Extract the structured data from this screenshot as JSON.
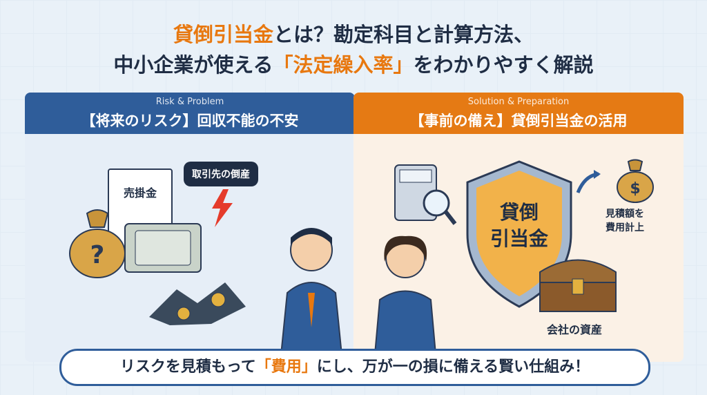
{
  "title": {
    "line1_hl": "貸倒引当金",
    "line1_rest": "とは？勘定科目と計算方法、",
    "line2_a": "中小企業が使える",
    "line2_hl": "「法定繰入率」",
    "line2_b": "をわかりやすく解説"
  },
  "left_panel": {
    "sub": "Risk & Problem",
    "main": "【将来のリスク】回収不能の不安",
    "doc_label": "売掛金",
    "bag_symbol": "?",
    "cloud_label": "取引先の倒産"
  },
  "right_panel": {
    "sub": "Solution & Preparation",
    "main": "【事前の備え】貸倒引当金の活用",
    "shield_label": "貸倒\n引当金",
    "bag_symbol": "$",
    "estimate_label": "見積額を\n費用計上",
    "assets_label": "会社の資産"
  },
  "bottom": {
    "a": "リスクを見積もって",
    "hl": "「費用」",
    "b": "にし、万が一の損に備える賢い仕組み！"
  },
  "colors": {
    "navy": "#2f5d9a",
    "orange": "#e57a14",
    "dark": "#1f2d44"
  }
}
